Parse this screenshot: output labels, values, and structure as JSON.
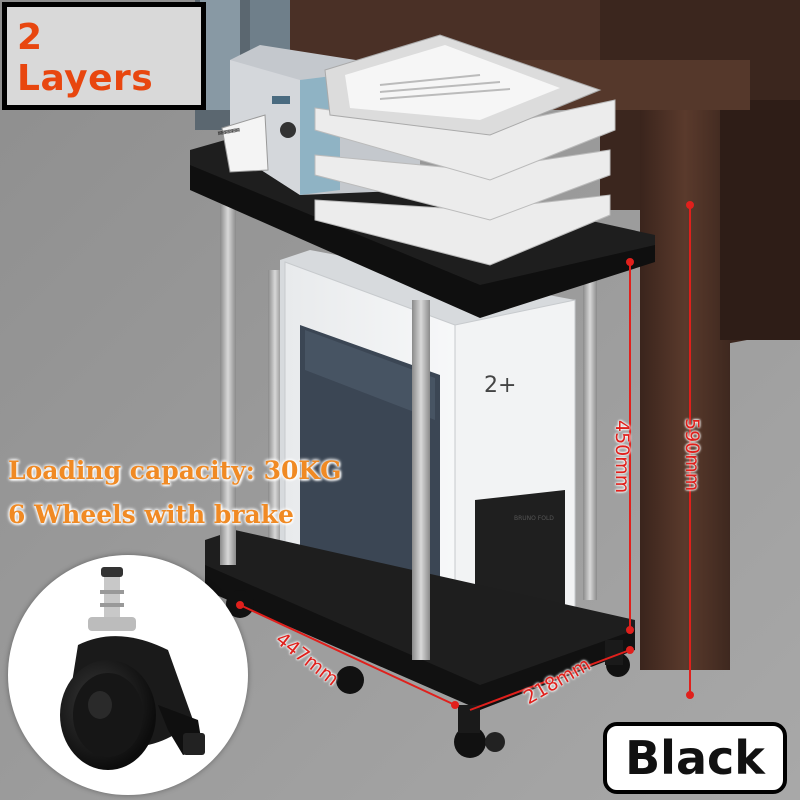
{
  "headline_badge": {
    "text": "2 Layers",
    "text_color": "#e8460f"
  },
  "features": {
    "capacity": "Loading capacity: 30KG",
    "wheels": "6 Wheels with brake",
    "text_color": "#f08a24"
  },
  "dimensions": {
    "length": "447mm",
    "width": "218mm",
    "layer_height": "450mm",
    "total_height": "590mm",
    "color": "#e0201c"
  },
  "color_badge": {
    "text": "Black"
  },
  "case_branding": {
    "logo": "2+",
    "model": "BRUNO FOLD"
  },
  "scene": {
    "floor_color": "#9a9a9a",
    "cart_color": "#1e1e1e",
    "desk_color": "#4a3026",
    "icons": [
      "printer-icon",
      "file-tray-icon",
      "pc-case-icon",
      "caster-wheel-icon"
    ]
  }
}
